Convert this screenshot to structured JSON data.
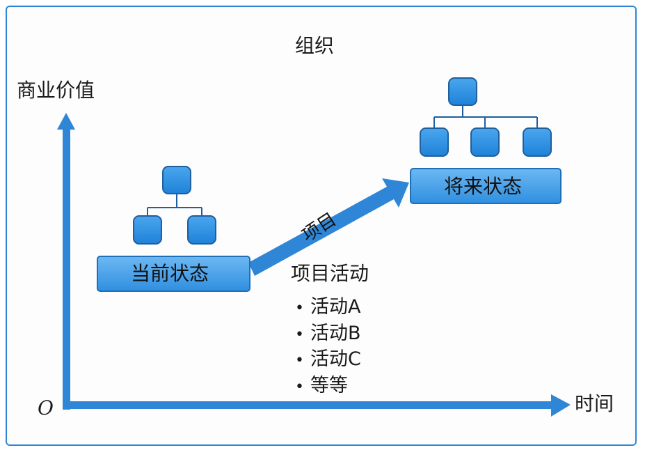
{
  "title": "组织",
  "axes": {
    "y_label": "商业价值",
    "x_label": "时间",
    "origin": "O"
  },
  "current_state": {
    "label": "当前状态",
    "org_units": 2
  },
  "future_state": {
    "label": "将来状态",
    "org_units": 3
  },
  "transition": {
    "label": "项目"
  },
  "activities": {
    "title": "项目活动",
    "items": [
      "活动A",
      "活动B",
      "活动C",
      "等等"
    ]
  },
  "colors": {
    "accent": "#2f86d6",
    "box_fill": "#2f8fe0",
    "box_light": "#5aaeef",
    "box_stroke": "#1f6fb8"
  }
}
